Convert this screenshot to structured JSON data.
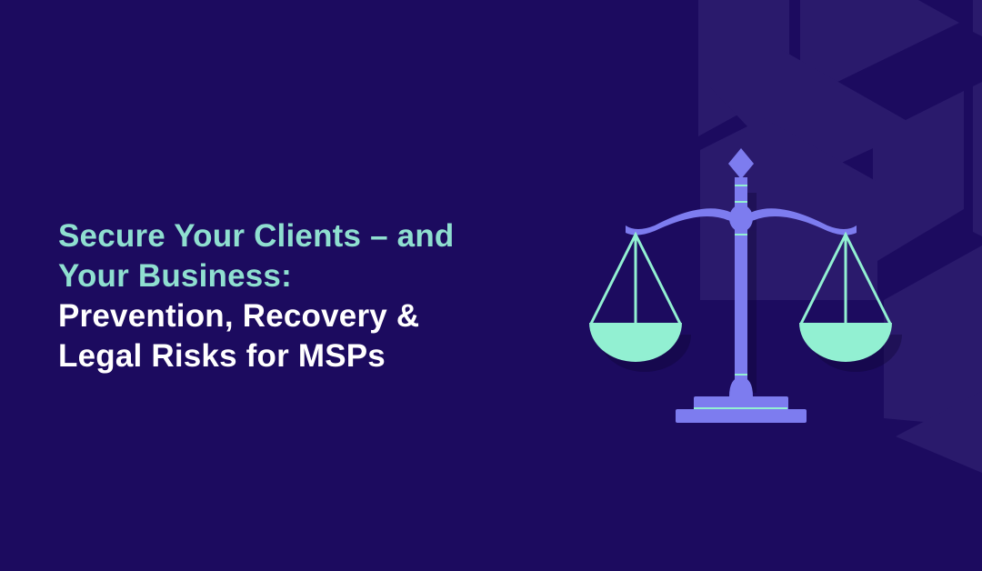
{
  "headline": {
    "lines": [
      "Secure Your Clients – and",
      "Your Business:",
      "Prevention, Recovery &",
      "Legal Risks for MSPs"
    ]
  },
  "colors": {
    "background": "#1c0b5f",
    "accent_teal": "#8fdfd0",
    "scale_purple": "#7d7cef",
    "pan_green": "#92f0d2"
  },
  "icons": [
    "scales-of-justice-icon"
  ]
}
